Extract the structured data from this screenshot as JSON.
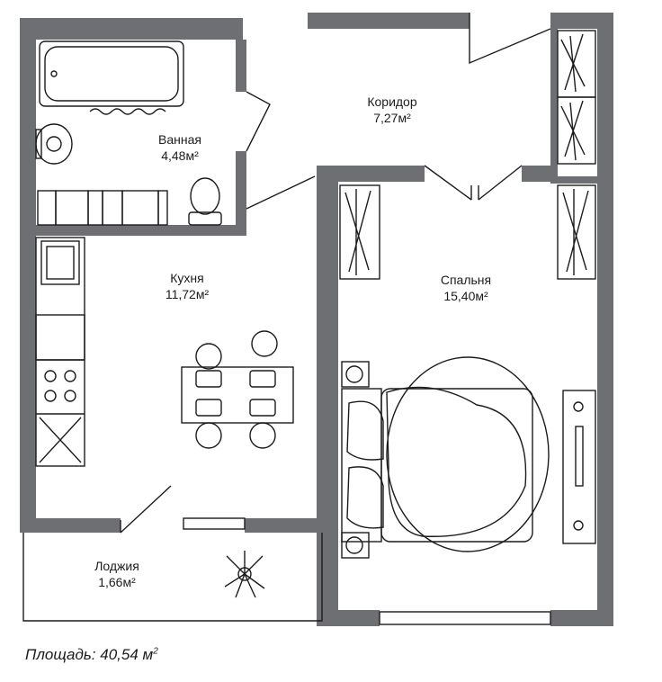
{
  "rooms": {
    "corridor": {
      "name": "Коридор",
      "area": "7,27м²"
    },
    "bathroom": {
      "name": "Ванная",
      "area": "4,48м²"
    },
    "kitchen": {
      "name": "Кухня",
      "area": "11,72м²"
    },
    "bedroom": {
      "name": "Спальня",
      "area": "15,40м²"
    },
    "loggia": {
      "name": "Лоджия",
      "area": "1,66м²"
    }
  },
  "total": {
    "label": "Площадь: 40,54 м",
    "unit_power": "2"
  },
  "colors": {
    "wall": "#6e6f73",
    "line": "#1c1c1c",
    "background": "#ffffff"
  }
}
